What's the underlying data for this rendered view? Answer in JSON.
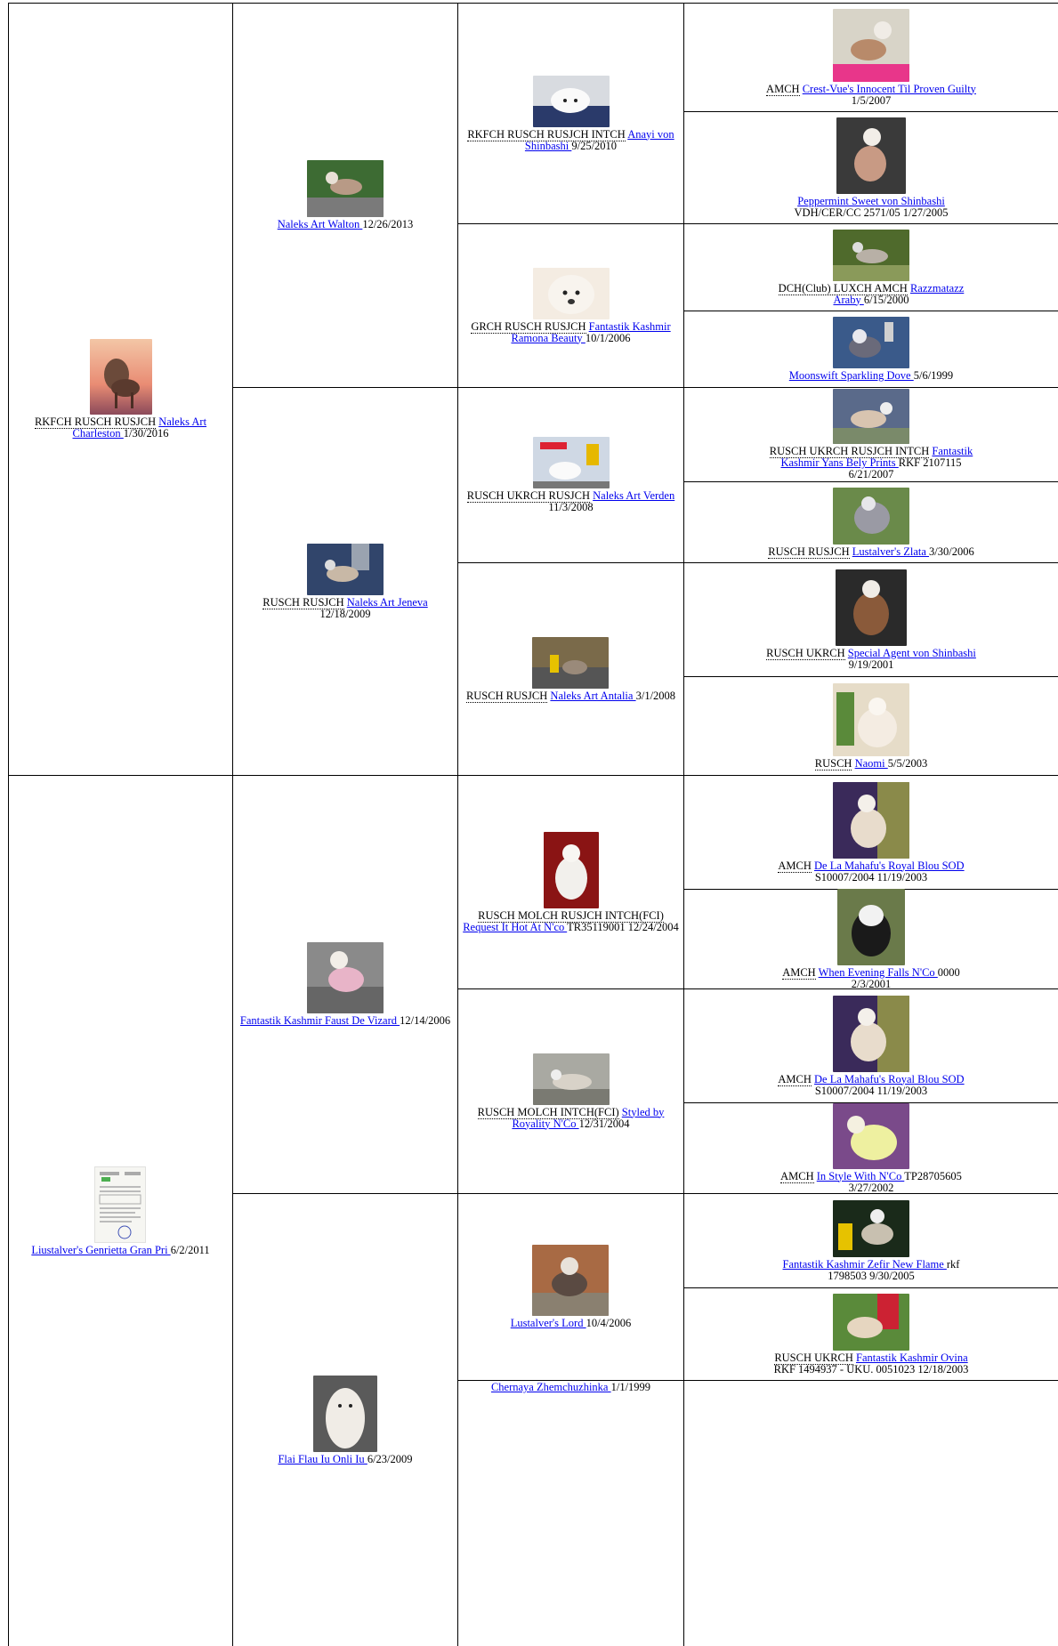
{
  "entries": {
    "g1": {
      "titles": "RKFCH RUSCH RUSJCH",
      "name": "Naleks Art Charleston ",
      "after": "1/30/2016",
      "img": "pink-sunset"
    },
    "g2a": {
      "titles": "",
      "name": "Naleks Art Walton ",
      "after": "12/26/2013",
      "img": "park-green"
    },
    "g2b": {
      "titles": "RUSCH RUSJCH",
      "name": "Naleks Art Jeneva ",
      "after": "12/18/2009",
      "img": "blue-show"
    },
    "g3a": {
      "titles": "RKFCH RUSCH RUSJCH INTCH",
      "name": "Anayi von Shinbashi ",
      "after": "9/25/2010",
      "img": "white-blue"
    },
    "g3b": {
      "titles": "GRCH RUSCH RUSJCH",
      "name": "Fantastik Kashmir Ramona Beauty ",
      "after": "10/1/2006",
      "img": "cream-face"
    },
    "g3c": {
      "titles": "RUSCH UKRCH RUSJCH",
      "name": "Naleks Art Verden ",
      "after": "11/3/2008",
      "img": "ring-banner"
    },
    "g3d": {
      "titles": "RUSCH RUSJCH",
      "name": "Naleks Art Antalia ",
      "after": "3/1/2008",
      "img": "outdoor-yellow"
    },
    "g4a": {
      "titles": "AMCH",
      "name": "Crest-Vue's Innocent Til Proven Guilty ",
      "after": "1/5/2007",
      "img": "pink-table"
    },
    "g4b": {
      "titles": "",
      "name": "Peppermint Sweet von Shinbashi ",
      "after": "VDH/CER/CC 2571/05 1/27/2005",
      "img": "dark-stack"
    },
    "g4c": {
      "titles": "DCH(Club) LUXCH AMCH",
      "name": "Razzmatazz Araby ",
      "after": "6/15/2000",
      "img": "green-grass"
    },
    "g4d": {
      "titles": "",
      "name": "Moonswift Sparkling Dove ",
      "after": "5/6/1999",
      "img": "blue-trophy"
    },
    "g4e": {
      "titles": "RUSCH UKRCH RUSJCH INTCH",
      "name": "Fantastik Kashmir Yans Bely Prints ",
      "after": "RKF 2107115 6/21/2007",
      "img": "crowd-show"
    },
    "g4f": {
      "titles": "RUSCH RUSJCH",
      "name": "Lustalver's Zlata ",
      "after": "3/30/2006",
      "img": "grey-green"
    },
    "g4g": {
      "titles": "RUSCH UKRCH",
      "name": "Special Agent von Shinbashi ",
      "after": "9/19/2001",
      "img": "brown-dog"
    },
    "g4h": {
      "titles": "RUSCH",
      "name": "Naomi ",
      "after": "5/5/2003",
      "img": "plant-wall"
    },
    "g1b": {
      "titles": "",
      "name": "Liustalver's Genrietta Gran Pri ",
      "after": "6/2/2011",
      "img": "certificate"
    },
    "g2c": {
      "titles": "",
      "name": "Fantastik Kashmir Faust De Vizard ",
      "after": "12/14/2006",
      "img": "pink-coat"
    },
    "g2d": {
      "titles": "",
      "name": "Flai Flau Iu Onli Iu ",
      "after": "6/23/2009",
      "img": "white-long"
    },
    "g3e": {
      "titles": "RUSCH MOLCH RUSJCH INTCH(FCI)",
      "name": "Request It Hot At N'co ",
      "after": "TR35119001 12/24/2004",
      "img": "red-back"
    },
    "g3f": {
      "titles": "RUSCH MOLCH INTCH(FCI)",
      "name": "Styled by Royality N'Co ",
      "after": "12/31/2004",
      "img": "grey-outdoor"
    },
    "g3g": {
      "titles": "",
      "name": "Lustalver's Lord ",
      "after": "10/4/2006",
      "img": "brick-wall"
    },
    "g3h": {
      "titles": "",
      "name": "Chernaya Zhemchuzhinka ",
      "after": "1/1/1999",
      "img": ""
    },
    "g4i": {
      "titles": "AMCH",
      "name": "De La Mahafu's Royal Blou SOD ",
      "after": "S10007/2004 11/19/2003",
      "img": "purple-quilt"
    },
    "g4j": {
      "titles": "AMCH",
      "name": "When Evening Falls N'Co ",
      "after": "0000 2/3/2001",
      "img": "black-white"
    },
    "g4k": {
      "titles": "AMCH",
      "name": "De La Mahafu's Royal Blou SOD ",
      "after": "S10007/2004 11/19/2003",
      "img": "purple-quilt"
    },
    "g4l": {
      "titles": "AMCH",
      "name": "In Style With N'Co ",
      "after": "TP28705605 3/27/2002",
      "img": "yellow-purple"
    },
    "g4m": {
      "titles": "",
      "name": "Fantastik Kashmir Zefir New Flame ",
      "after": "rkf 1798503 9/30/2005",
      "img": "win-sign"
    },
    "g4n": {
      "titles": "RUSCH UKRCH",
      "name": "Fantastik Kashmir Ovina ",
      "after": "RKF 1494937 - UKU. 0051023 12/18/2003",
      "img": "red-handler"
    }
  }
}
